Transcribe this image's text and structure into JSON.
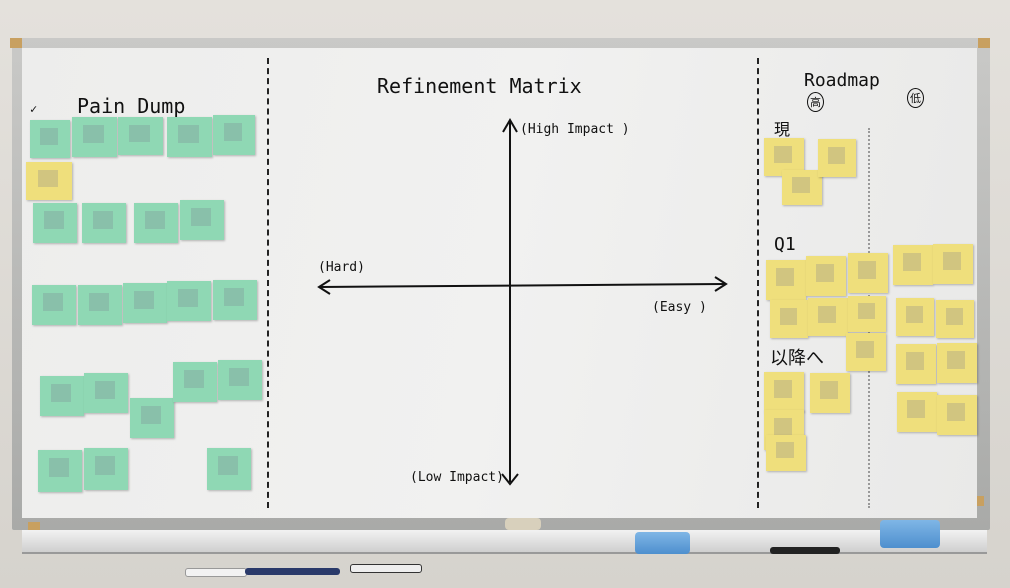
{
  "board": {
    "left_section": {
      "title": "Pain Dump",
      "check_mark": "✓"
    },
    "center_section": {
      "title": "Refinement Matrix",
      "axis_top": "(High Impact )",
      "axis_bottom": "(Low Impact)",
      "axis_left": "(Hard)",
      "axis_right": "(Easy )"
    },
    "right_section": {
      "title": "Roadmap",
      "high_label": "高",
      "low_label": "低",
      "current_label": "現",
      "q1_label": "Q1",
      "later_label": "以降へ"
    }
  },
  "colors": {
    "green_note": "#8fd8b4",
    "yellow_note": "#efdf7c",
    "eraser": "#5a9ad6"
  }
}
